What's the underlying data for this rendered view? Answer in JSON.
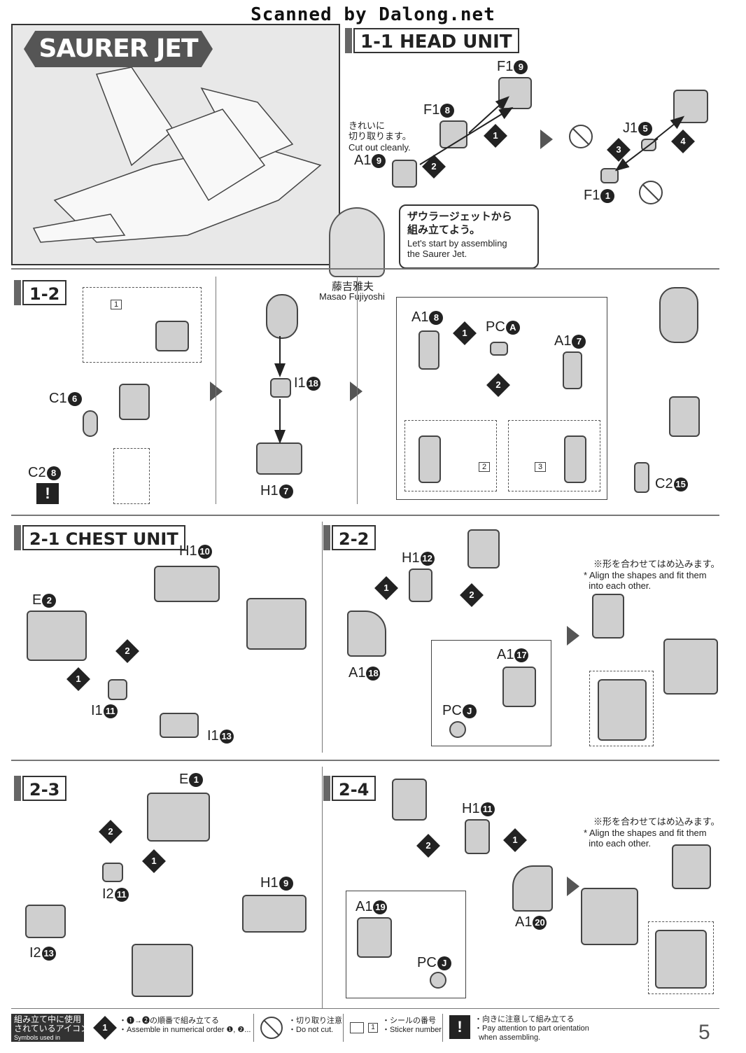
{
  "scan_banner": "Scanned by Dalong.net",
  "hero": {
    "title": "SAURER JET"
  },
  "steps": {
    "s1_1": "1-1 HEAD UNIT",
    "s1_2": "1-2",
    "s2_1": "2-1 CHEST UNIT",
    "s2_2": "2-2",
    "s2_3": "2-3",
    "s2_4": "2-4"
  },
  "s1_1": {
    "F1_9": "F1",
    "F1_9n": "9",
    "F1_8": "F1",
    "F1_8n": "8",
    "A1_9": "A1",
    "A1_9n": "9",
    "cut_jp": "きれいに\n切り取ります。",
    "cut_en": "Cut out cleanly.",
    "J1_5": "J1",
    "J1_5n": "5",
    "F1_1": "F1",
    "F1_1n": "1"
  },
  "character": {
    "speech_jp": "ザウラージェットから\n組み立てよう。",
    "speech_en": "Let's start by assembling\nthe Saurer Jet.",
    "name_jp": "藤吉雅夫",
    "name_en": "Masao Fujiyoshi"
  },
  "s1_2": {
    "C1": "C1",
    "C1n": "6",
    "C2": "C2",
    "C2n": "8",
    "I1": "I1",
    "I1n": "18",
    "H1": "H1",
    "H1n": "7",
    "A1a": "A1",
    "A1an": "8",
    "PC": "PC",
    "PCn": "A",
    "A1b": "A1",
    "A1bn": "7",
    "C2b": "C2",
    "C2bn": "15",
    "sticker1": "1",
    "sticker2": "2",
    "sticker3": "3"
  },
  "s2_1": {
    "H1": "H1",
    "H1n": "10",
    "E": "E",
    "En": "2",
    "I1a": "I1",
    "I1an": "11",
    "I1b": "I1",
    "I1bn": "13"
  },
  "s2_2": {
    "H1": "H1",
    "H1n": "12",
    "A1a": "A1",
    "A1an": "18",
    "A1b": "A1",
    "A1bn": "17",
    "PC": "PC",
    "PCn": "J",
    "note_jp": "※形を合わせてはめ込みます。",
    "note_en": "* Align the shapes and fit them\n  into each other."
  },
  "s2_3": {
    "E": "E",
    "En": "1",
    "I2a": "I2",
    "I2an": "11",
    "I2b": "I2",
    "I2bn": "13",
    "H1": "H1",
    "H1n": "9"
  },
  "s2_4": {
    "H1": "H1",
    "H1n": "11",
    "A1a": "A1",
    "A1an": "19",
    "A1b": "A1",
    "A1bn": "20",
    "PC": "PC",
    "PCn": "J",
    "note_jp": "※形を合わせてはめ込みます。",
    "note_en": "* Align the shapes and fit them\n  into each other."
  },
  "footer": {
    "legend_jp": "組み立て中に使用\nされているアイコン",
    "legend_en": "Symbols used in instructions",
    "order_jp": "・❶→❷の順番で組み立てる",
    "order_en": "・Assemble in numerical order ❶, ❷...",
    "cut_jp": "・切り取り注意",
    "cut_en": "・Do not cut.",
    "sticker_jp": "・シールの番号",
    "sticker_en": "・Sticker number",
    "orient_jp": "・向きに注意して組み立てる",
    "orient_en": "・Pay attention to part orientation\n  when assembling.",
    "page": "5"
  }
}
